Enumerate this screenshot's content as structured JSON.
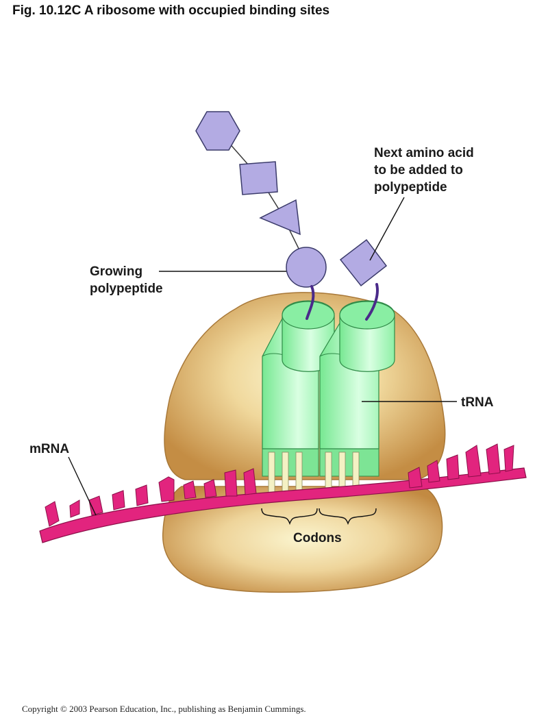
{
  "figure": {
    "title": "Fig. 10.12C  A ribosome with occupied binding sites",
    "copyright": "Copyright © 2003 Pearson Education, Inc., publishing as Benjamin Cummings."
  },
  "labels": {
    "next_amino_acid": [
      "Next amino acid",
      "to be added to",
      "polypeptide"
    ],
    "growing_polypeptide": [
      "Growing",
      "polypeptide"
    ],
    "trna": "tRNA",
    "mrna": "mRNA",
    "codons": "Codons"
  },
  "colors": {
    "ribosome": "#c9944b",
    "ribosome_highlight": "#f7f0c4",
    "trna": "#86ec9c",
    "trna_highlight": "#d8ffe0",
    "mrna": "#e2247e",
    "amino_acid": "#b3abe3",
    "linker": "#4a2a8a"
  }
}
